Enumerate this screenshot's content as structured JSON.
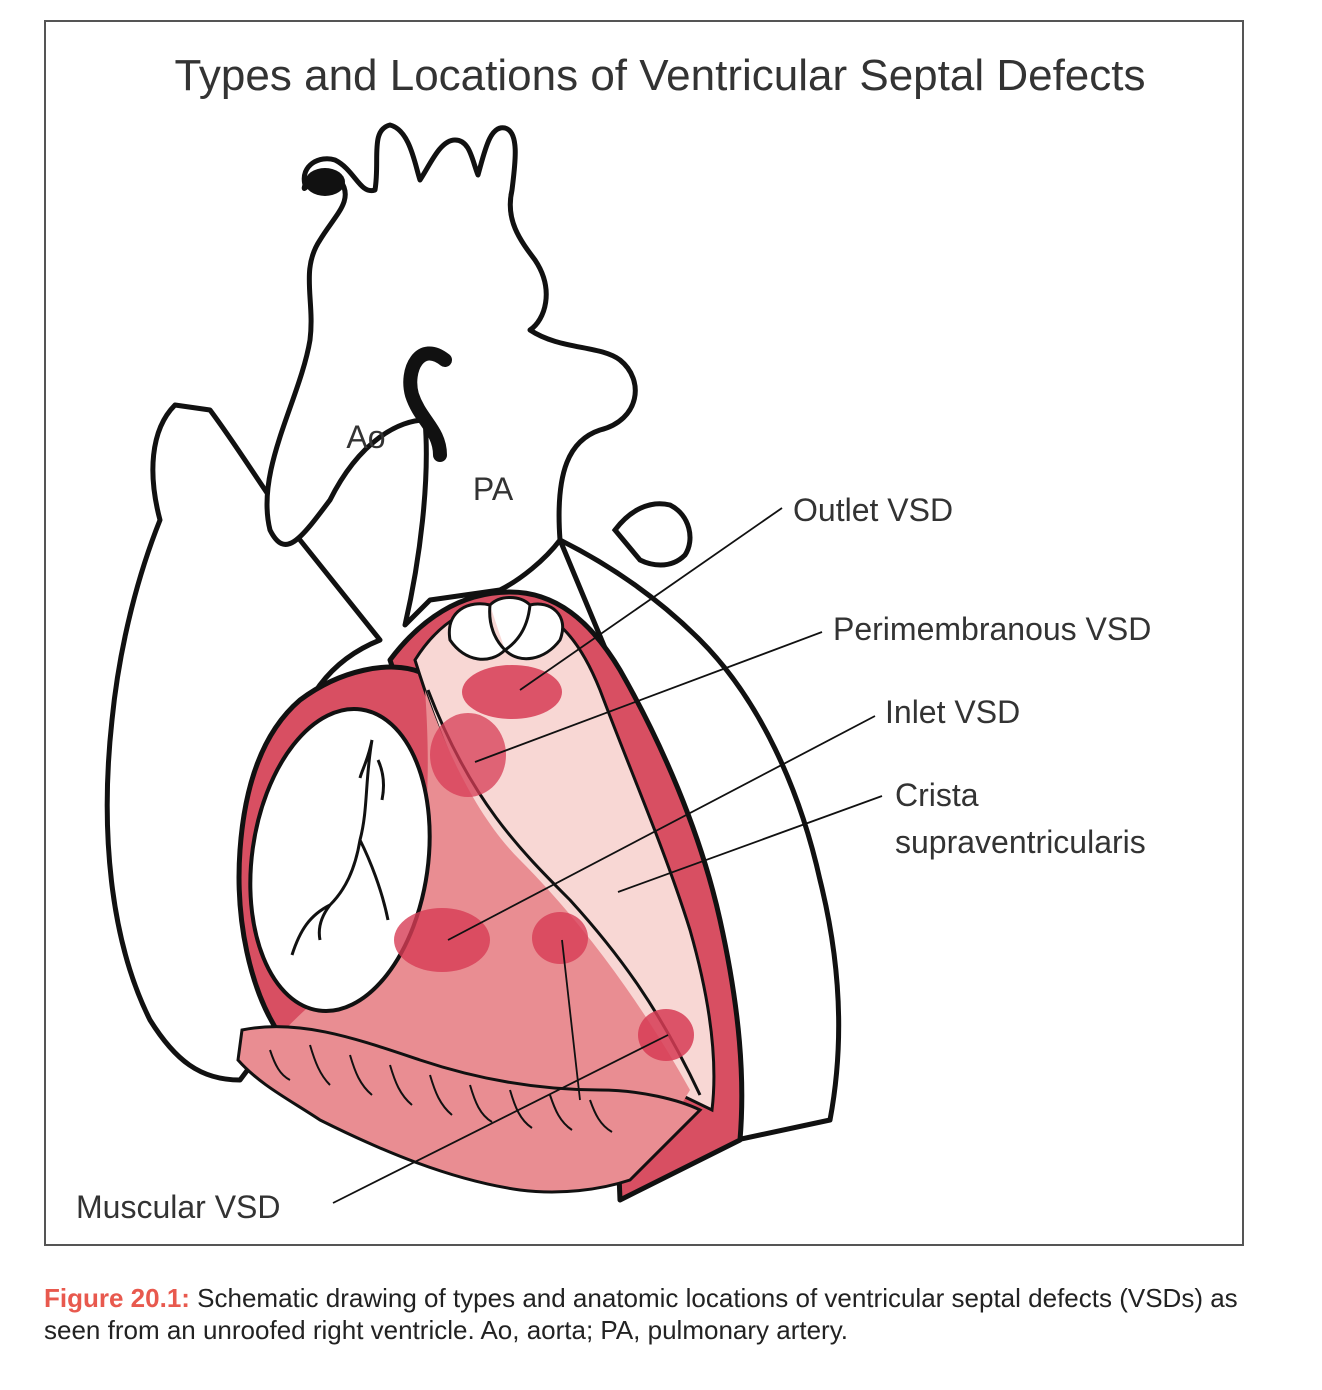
{
  "diagram": {
    "title": "Types and Locations of Ventricular Septal Defects",
    "labels": {
      "ao": "Ao",
      "pa": "PA",
      "outlet_vsd": "Outlet VSD",
      "perimembranous_vsd": "Perimembranous VSD",
      "inlet_vsd": "Inlet VSD",
      "crista_line1": "Crista",
      "crista_line2": "supraventricularis",
      "muscular_vsd": "Muscular VSD"
    }
  },
  "caption": {
    "label": "Figure 20.1:",
    "text": " Schematic drawing of types and anatomic locations of ventricular septal defects (VSDs) as seen from an unroofed right ventricle. Ao, aorta; PA, pulmonary artery."
  },
  "colors": {
    "outline": "#111111",
    "wall": "#d84f62",
    "cavity": "#e98d92",
    "septum_light": "#f8d7d4",
    "defect": "#d73c55",
    "caption_accent": "#e8594e",
    "frame": "#555555"
  }
}
